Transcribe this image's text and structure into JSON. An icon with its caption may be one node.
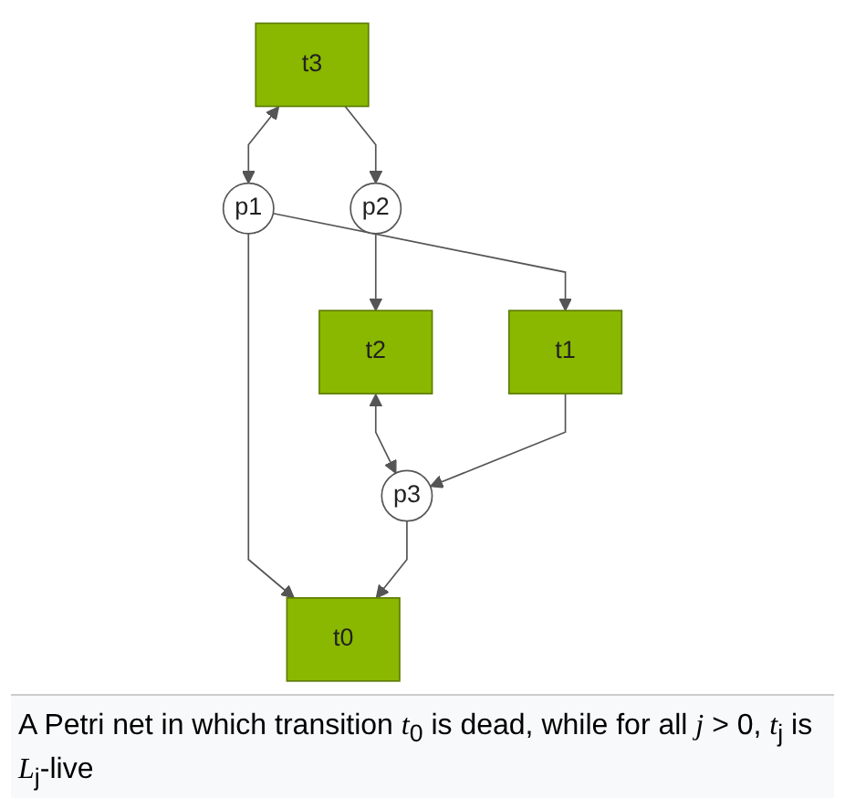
{
  "diagram": {
    "caption": "A Petri net in which transition *t*$_{0}$ is dead, while for all *j* > 0, *t*$_{j}$ is *L*$_{j}$-live",
    "nodes": [
      {
        "text": [
          "t3"
        ]
      },
      {
        "text": [
          "p1"
        ]
      },
      {
        "text": [
          "p2"
        ]
      },
      {
        "text": [
          "t1"
        ]
      },
      {
        "text": [
          "t0"
        ]
      },
      {
        "text": [
          "t2"
        ]
      },
      {
        "text": [
          "p3"
        ]
      }
    ],
    "edges": [
      {
        "from": 0,
        "to": 1,
        "arrow": "both"
      },
      {
        "from": 0,
        "to": 2,
        "arrow": "to"
      },
      {
        "from": 1,
        "to": 3,
        "arrow": "to"
      },
      {
        "from": 1,
        "to": 4,
        "arrow": "to"
      },
      {
        "from": 2,
        "to": 5,
        "arrow": "to"
      },
      {
        "from": 5,
        "to": 6,
        "arrow": "both"
      },
      {
        "from": 3,
        "to": 6,
        "arrow": "to"
      },
      {
        "from": 6,
        "to": 4,
        "arrow": "to"
      }
    ]
  }
}
